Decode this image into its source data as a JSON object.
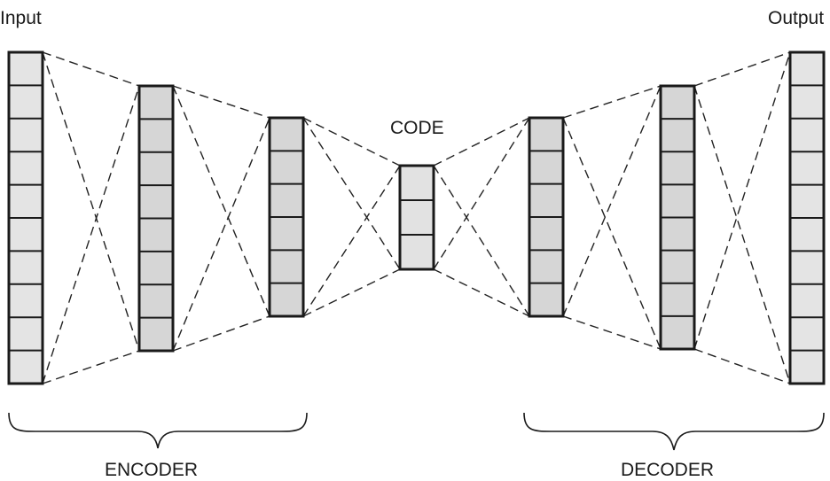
{
  "labels": {
    "input": "Input",
    "output": "Output",
    "code": "CODE",
    "encoder": "ENCODER",
    "decoder": "DECODER"
  },
  "layers": [
    {
      "name": "input-layer",
      "units": 10,
      "role": "input",
      "fill": "#e4e4e4"
    },
    {
      "name": "encoder-hidden-1",
      "units": 8,
      "role": "encoder",
      "fill": "#d6d6d6"
    },
    {
      "name": "encoder-hidden-2",
      "units": 6,
      "role": "encoder",
      "fill": "#d6d6d6"
    },
    {
      "name": "code-layer",
      "units": 3,
      "role": "code",
      "fill": "#e2e2e2"
    },
    {
      "name": "decoder-hidden-1",
      "units": 6,
      "role": "decoder",
      "fill": "#d6d6d6"
    },
    {
      "name": "decoder-hidden-2",
      "units": 8,
      "role": "decoder",
      "fill": "#d6d6d6"
    },
    {
      "name": "output-layer",
      "units": 10,
      "role": "output",
      "fill": "#e4e4e4"
    }
  ],
  "colors": {
    "stroke": "#1a1a1a",
    "background": "#ffffff"
  }
}
